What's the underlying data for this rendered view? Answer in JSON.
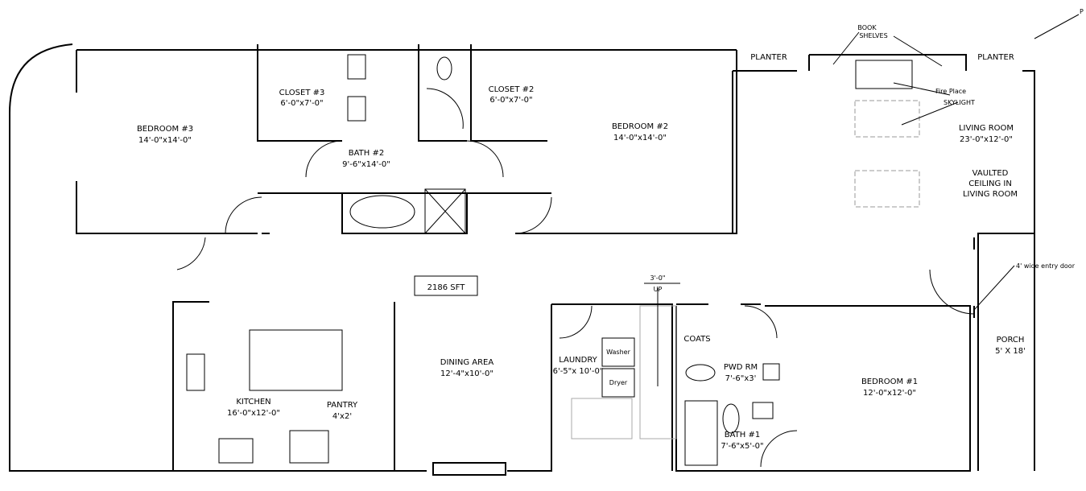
{
  "plan": {
    "total_area": "2186 SFT",
    "rooms": {
      "bedroom3": {
        "name": "BEDROOM #3",
        "size": "14'-0\"x14'-0\""
      },
      "closet3": {
        "name": "CLOSET #3",
        "size": "6'-0\"x7'-0\""
      },
      "bath2": {
        "name": "BATH #2",
        "size": "9'-6\"x14'-0\""
      },
      "closet2": {
        "name": "CLOSET #2",
        "size": "6'-0\"x7'-0\""
      },
      "bedroom2": {
        "name": "BEDROOM #2",
        "size": "14'-0\"x14'-0\""
      },
      "living": {
        "name": "LIVING ROOM",
        "size": "23'-0\"x12'-0\""
      },
      "dining": {
        "name": "DINING AREA",
        "size": "12'-4\"x10'-0\""
      },
      "laundry": {
        "name": "LAUNDRY",
        "size": "6'-5\"x 10'-0\""
      },
      "pwd": {
        "name": "PWD RM",
        "size": "7'-6\"x3'"
      },
      "bath1": {
        "name": "BATH #1",
        "size": "7'-6\"x5'-0\""
      },
      "bedroom1": {
        "name": "BEDROOM #1",
        "size": "12'-0\"x12'-0\""
      },
      "porch": {
        "name": "PORCH",
        "size": "5' X 18'"
      },
      "kitchen": {
        "name": "KITCHEN",
        "size": "16'-0\"x12'-0\""
      },
      "pantry": {
        "name": "PANTRY",
        "size": "4'x2'"
      }
    },
    "notes": {
      "planter_left": "PLANTER",
      "planter_right": "PLANTER",
      "book": "BOOK",
      "shelves": "SHELVES",
      "fireplace": "Fire Place",
      "skylight": "SKYLIGHT",
      "vaulted1": "VAULTED",
      "vaulted2": "CEILING IN",
      "vaulted3": "LIVING ROOM",
      "entry_door": "4' wide entry door",
      "stair_width": "3'-0\"",
      "stair_dir": "UP",
      "coats": "COATS",
      "washer": "Washer",
      "dryer": "Dryer",
      "edge_label": "P"
    }
  }
}
